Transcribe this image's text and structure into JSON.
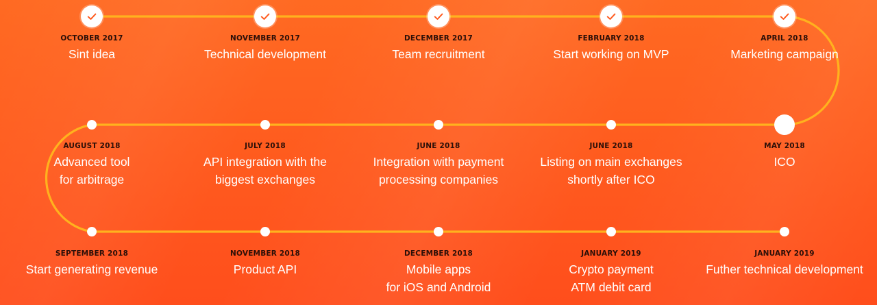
{
  "colors": {
    "background": "#FF5A1E",
    "track": "#FFB21E",
    "date_text": "#2B0F08",
    "desc_text": "#FFFFFF",
    "check_mark": "#FF5A1E"
  },
  "timeline": {
    "rows": [
      {
        "items": [
          {
            "date": "OCTOBER 2017",
            "desc": "Sint idea",
            "status": "completed",
            "icon": "check-icon"
          },
          {
            "date": "NOVEMBER 2017",
            "desc": "Technical development",
            "status": "completed",
            "icon": "check-icon"
          },
          {
            "date": "DECEMBER 2017",
            "desc": "Team recruitment",
            "status": "completed",
            "icon": "check-icon"
          },
          {
            "date": "FEBRUARY 2018",
            "desc": "Start working on MVP",
            "status": "completed",
            "icon": "check-icon"
          },
          {
            "date": "APRIL 2018",
            "desc": "Marketing campaign",
            "status": "completed",
            "icon": "check-icon"
          }
        ]
      },
      {
        "items": [
          {
            "date": "AUGUST 2018",
            "desc": "Advanced tool\nfor arbitrage",
            "status": "upcoming"
          },
          {
            "date": "JULY 2018",
            "desc": "API integration with the\nbiggest exchanges",
            "status": "upcoming"
          },
          {
            "date": "JUNE 2018",
            "desc": "Integration with payment\nprocessing companies",
            "status": "upcoming"
          },
          {
            "date": "JUNE 2018",
            "desc": "Listing on main exchanges\nshortly after ICO",
            "status": "upcoming"
          },
          {
            "date": "MAY 2018",
            "desc": "ICO",
            "status": "current"
          }
        ]
      },
      {
        "items": [
          {
            "date": "SEPTEMBER 2018",
            "desc": "Start generating revenue",
            "status": "upcoming"
          },
          {
            "date": "NOVEMBER 2018",
            "desc": "Product API",
            "status": "upcoming"
          },
          {
            "date": "DECEMBER 2018",
            "desc": "Mobile apps\nfor iOS and Android",
            "status": "upcoming"
          },
          {
            "date": "JANUARY 2019",
            "desc": "Crypto payment\nATM debit card",
            "status": "upcoming"
          },
          {
            "date": "JANUARY 2019",
            "desc": "Futher technical development",
            "status": "upcoming"
          }
        ]
      }
    ]
  }
}
